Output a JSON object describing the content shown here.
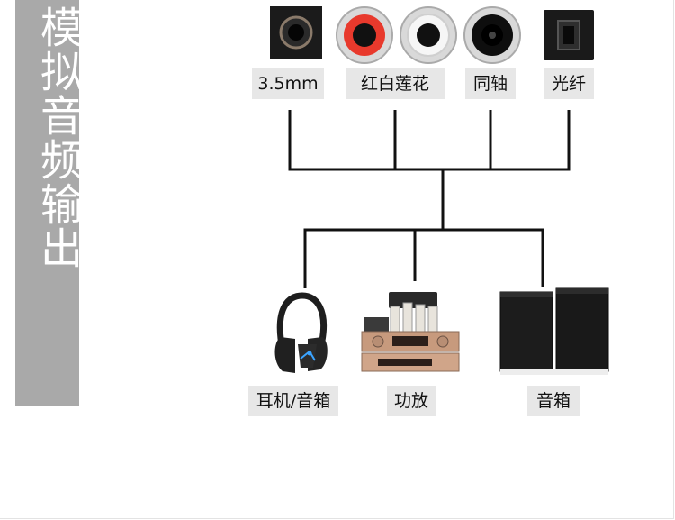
{
  "side_title": "模拟音频输出",
  "inputs": [
    {
      "label": "3.5mm",
      "icon": "3-5mm-jack-icon"
    },
    {
      "label": "红白莲花",
      "icon": "rca-red-white-icon"
    },
    {
      "label": "同轴",
      "icon": "coaxial-icon"
    },
    {
      "label": "光纤",
      "icon": "optical-icon"
    }
  ],
  "outputs": [
    {
      "label": "耳机/音箱",
      "icon": "headphone-icon"
    },
    {
      "label": "功放",
      "icon": "amplifier-icon"
    },
    {
      "label": "音箱",
      "icon": "speakers-icon"
    }
  ],
  "colors": {
    "banner": "#a9a9a9",
    "label_bg": "#e7e7e7",
    "line": "#111111",
    "rca_red": "#e8392c"
  }
}
